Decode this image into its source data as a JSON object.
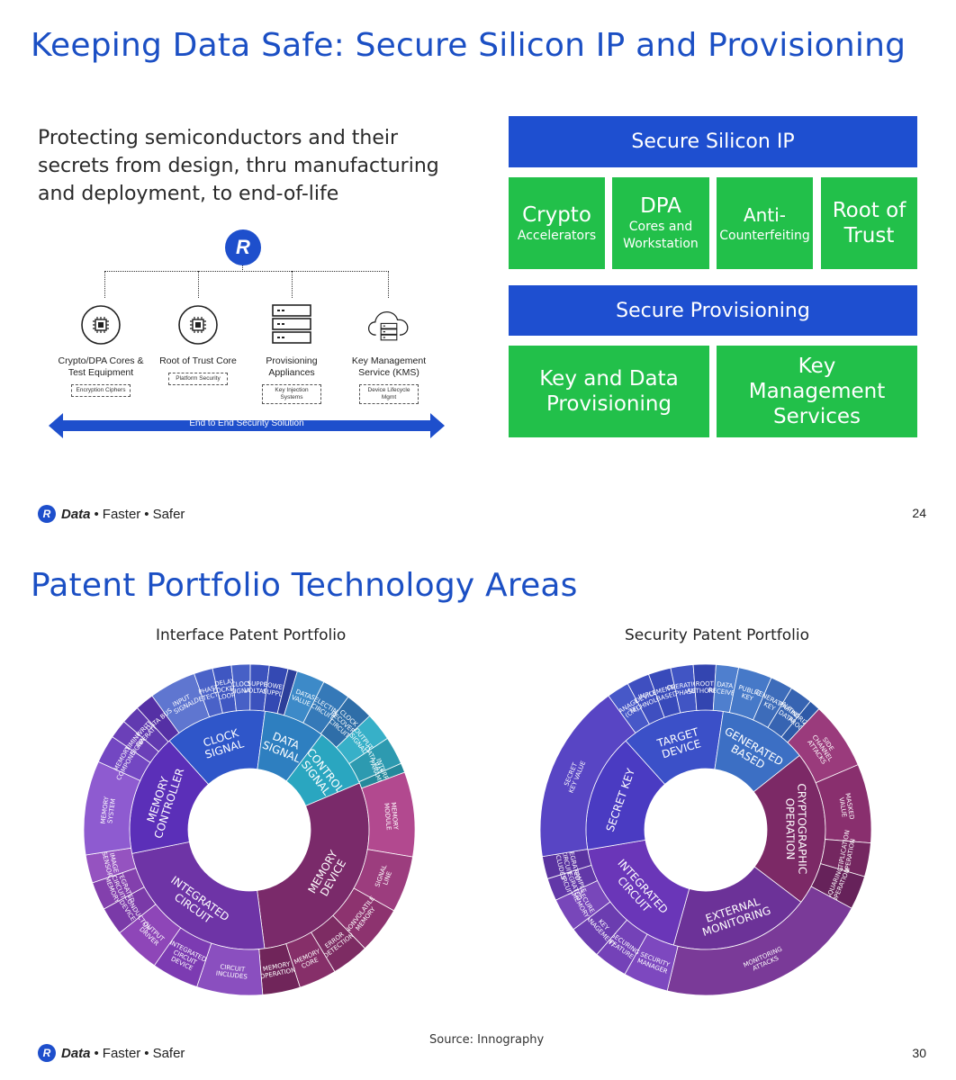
{
  "slide1": {
    "title": "Keeping Data Safe: Secure Silicon IP and Provisioning",
    "intro": "Protecting semiconductors and their secrets from design, thru manufacturing and deployment, to end-of-life",
    "logo_letter": "R",
    "nodes": [
      {
        "icon": "chip-icon",
        "label": "Crypto/DPA Cores & Test Equipment",
        "box": "Encryption Ciphers"
      },
      {
        "icon": "chip-icon",
        "label": "Root of Trust Core",
        "box": "Platform Security"
      },
      {
        "icon": "server-icon",
        "label": "Provisioning Appliances",
        "box": "Key Injection Systems"
      },
      {
        "icon": "cloud-server-icon",
        "label": "Key Management Service (KMS)",
        "box": "Device Lifecycle Mgmt"
      }
    ],
    "arrow_label": "End to End Security Solution",
    "blocks": {
      "secure_silicon": "Secure Silicon IP",
      "crypto_title": "Crypto",
      "crypto_sub": "Accelerators",
      "dpa_title": "DPA",
      "dpa_sub1": "Cores and",
      "dpa_sub2": "Workstation",
      "anti_title": "Anti-",
      "anti_sub": "Counterfeiting",
      "root_line1": "Root of",
      "root_line2": "Trust",
      "secure_prov": "Secure Provisioning",
      "keydata_line1": "Key and Data",
      "keydata_line2": "Provisioning",
      "kms_line1": "Key",
      "kms_line2": "Management",
      "kms_line3": "Services"
    },
    "footer_brand": "Data",
    "footer_w2": "Faster",
    "footer_w3": "Safer",
    "page": "24"
  },
  "slide2": {
    "title": "Patent Portfolio Technology Areas",
    "chart1_title": "Interface Patent Portfolio",
    "chart2_title": "Security Patent Portfolio",
    "source": "Source: Innography",
    "footer_brand": "Data",
    "footer_w2": "Faster",
    "footer_w3": "Safer",
    "page": "30"
  },
  "colors": {
    "title_blue": "#1b4fc4",
    "block_blue": "#1e4fd0",
    "block_green": "#22c04a"
  },
  "chart_data": [
    {
      "type": "sunburst",
      "title": "Interface Patent Portfolio",
      "inner": [
        {
          "label": "CLOCK SIGNAL",
          "value": 15,
          "color": "#2f56c9"
        },
        {
          "label": "DATA SIGNAL",
          "value": 9,
          "color": "#2e7fc0"
        },
        {
          "label": "CONTROL SIGNAL",
          "value": 9,
          "color": "#2aa6c0"
        },
        {
          "label": "MEMORY DEVICE",
          "value": 32,
          "color": "#7a2a6a"
        },
        {
          "label": "INTEGRATED CIRCUIT",
          "value": 26,
          "color": "#6e34a6"
        },
        {
          "label": "MEMORY CONTROLLER",
          "value": 18,
          "color": "#5b2fb8"
        }
      ],
      "outer": [
        {
          "label": "INPUT SIGNAL",
          "value": 5,
          "color": "#5f76d0"
        },
        {
          "label": "PHASE DETECTOR",
          "value": 2,
          "color": "#4a62c8"
        },
        {
          "label": "DELAY LOCKED LOOP",
          "value": 2,
          "color": "#3f57c2"
        },
        {
          "label": "CLOCK SIGNAL",
          "value": 2,
          "color": "#4760c6"
        },
        {
          "label": "SUPPLY VOLTAGE",
          "value": 2,
          "color": "#3c52bd"
        },
        {
          "label": "POWER SUPPLY",
          "value": 2,
          "color": "#3449b3"
        },
        {
          "label": "",
          "value": 1,
          "color": "#2c3f9a"
        },
        {
          "label": "DATA VALUE",
          "value": 3,
          "color": "#3d8ac8"
        },
        {
          "label": "SELECTING CIRCUIT",
          "value": 3,
          "color": "#3579b8"
        },
        {
          "label": "CLOCK RECOVERY CIRCUIT",
          "value": 3,
          "color": "#2f6ea8"
        },
        {
          "label": "OUTPUT SIGNAL",
          "value": 3,
          "color": "#37b0c8"
        },
        {
          "label": "DATA RATE",
          "value": 3,
          "color": "#2d9ab0"
        },
        {
          "label": "INTERRUPT PARAMETER",
          "value": 1,
          "color": "#24889b"
        },
        {
          "label": "MEMORY MODULE",
          "value": 9,
          "color": "#b2498f"
        },
        {
          "label": "SIGNAL LINE",
          "value": 6,
          "color": "#9c3d7e"
        },
        {
          "label": "NONVOLATILE MEMORY",
          "value": 5,
          "color": "#8d336f"
        },
        {
          "label": "ERROR DETECTION",
          "value": 4,
          "color": "#7d2c63"
        },
        {
          "label": "MEMORY CORE",
          "value": 4,
          "color": "#862f69"
        },
        {
          "label": "MEMORY OPERATION",
          "value": 4,
          "color": "#70255a"
        },
        {
          "label": "CIRCUIT INCLUDES",
          "value": 7,
          "color": "#8a4fbf"
        },
        {
          "label": "INTEGRATED CIRCUIT DEVICE",
          "value": 5,
          "color": "#7c3bb2"
        },
        {
          "label": "OUTPUT DRIVER",
          "value": 5,
          "color": "#8e46b8"
        },
        {
          "label": "SEMICONDUCTOR DEVICE",
          "value": 3,
          "color": "#7a3aa8"
        },
        {
          "label": "INTEGRATED CIRCUIT MEMORY",
          "value": 3,
          "color": "#8340ad"
        },
        {
          "label": "IMAGE SENSOR",
          "value": 3,
          "color": "#9553c0"
        },
        {
          "label": "MEMORY SYSTEM",
          "value": 10,
          "color": "#8e5bd0"
        },
        {
          "label": "MEMORY COMPONENT",
          "value": 3,
          "color": "#7347c2"
        },
        {
          "label": "TIMING SIGNAL",
          "value": 2,
          "color": "#6b40b8"
        },
        {
          "label": "WRITE OPERATION",
          "value": 2,
          "color": "#613ab0"
        },
        {
          "label": "DATA BUS",
          "value": 2,
          "color": "#5530a5"
        }
      ]
    },
    {
      "type": "sunburst",
      "title": "Security Patent Portfolio",
      "inner": [
        {
          "label": "TARGET DEVICE",
          "value": 14,
          "color": "#3b50c8"
        },
        {
          "label": "GENERATED BASED",
          "value": 12,
          "color": "#3c6fc4"
        },
        {
          "label": "CRYPTOGRAPHIC OPERATION",
          "value": 21,
          "color": "#7c2966"
        },
        {
          "label": "EXTERNAL MONITORING",
          "value": 19,
          "color": "#6c3298"
        },
        {
          "label": "INTEGRATED CIRCUIT",
          "value": 18,
          "color": "#6a36b8"
        },
        {
          "label": "SECRET KEY",
          "value": 16,
          "color": "#4a3bc2"
        }
      ],
      "outer": [
        {
          "label": "MANAGER (CM)",
          "value": 2,
          "color": "#4758c8"
        },
        {
          "label": "DEVICE TECHNOLOGY",
          "value": 2,
          "color": "#3f4fc0"
        },
        {
          "label": "IMPLEMENTATION BASED",
          "value": 2,
          "color": "#384aba"
        },
        {
          "label": "OPERATION PHASE",
          "value": 2,
          "color": "#4155c4"
        },
        {
          "label": "ROOT AUTHORITY",
          "value": 2,
          "color": "#3345b0"
        },
        {
          "label": "DATA RECEIVED",
          "value": 2,
          "color": "#4f7fce"
        },
        {
          "label": "PUBLIC KEY",
          "value": 3,
          "color": "#4679c8"
        },
        {
          "label": "GENERATING KEY",
          "value": 2,
          "color": "#3d6cba"
        },
        {
          "label": "PAIRING DATA",
          "value": 2,
          "color": "#3764b2"
        },
        {
          "label": "AUTHORIZATION PROOF",
          "value": 1,
          "color": "#2e5aa8"
        },
        {
          "label": "SIDE CHANNEL ATTACKS",
          "value": 6,
          "color": "#9a3b7c"
        },
        {
          "label": "MASKED VALUE",
          "value": 7,
          "color": "#892f6e"
        },
        {
          "label": "MULTIPLICATION OPERATION",
          "value": 3,
          "color": "#742760"
        },
        {
          "label": "SQUARING OPERATION",
          "value": 3,
          "color": "#66225a"
        },
        {
          "label": "MONITORING ATTACKS",
          "value": 19,
          "color": "#7a3a98"
        },
        {
          "label": "SECURITY MANAGER",
          "value": 4,
          "color": "#7d48bf"
        },
        {
          "label": "SECURING FEATURE",
          "value": 3,
          "color": "#7442b8"
        },
        {
          "label": "KEY MANAGEMENT",
          "value": 3,
          "color": "#6b3db0"
        },
        {
          "label": "SECURE MEMORY",
          "value": 3,
          "color": "#7847ba"
        },
        {
          "label": "EXAMPLE INTEGRATED CIRCUIT",
          "value": 2,
          "color": "#6238a8"
        },
        {
          "label": "INTEGRATED CIRCUIT INCLUDES",
          "value": 2,
          "color": "#5a33a0"
        },
        {
          "label": "SECRET KEY VALUE",
          "value": 16,
          "color": "#5845c4"
        }
      ]
    }
  ]
}
